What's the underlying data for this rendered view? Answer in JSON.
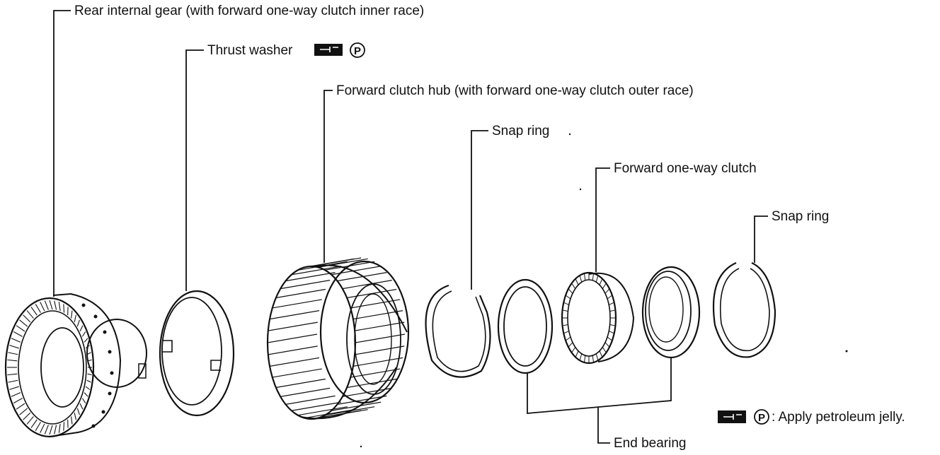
{
  "diagram": {
    "labels": {
      "rear_internal_gear": "Rear internal gear (with forward one-way clutch inner race)",
      "thrust_washer": "Thrust washer",
      "forward_clutch_hub": "Forward clutch hub (with forward one-way clutch outer race)",
      "snap_ring_1": "Snap ring",
      "forward_one_way_clutch": "Forward one-way clutch",
      "snap_ring_2": "Snap ring",
      "end_bearing": "End bearing"
    },
    "legend": {
      "symbol_p": "P",
      "text": ": Apply petroleum jelly."
    }
  }
}
